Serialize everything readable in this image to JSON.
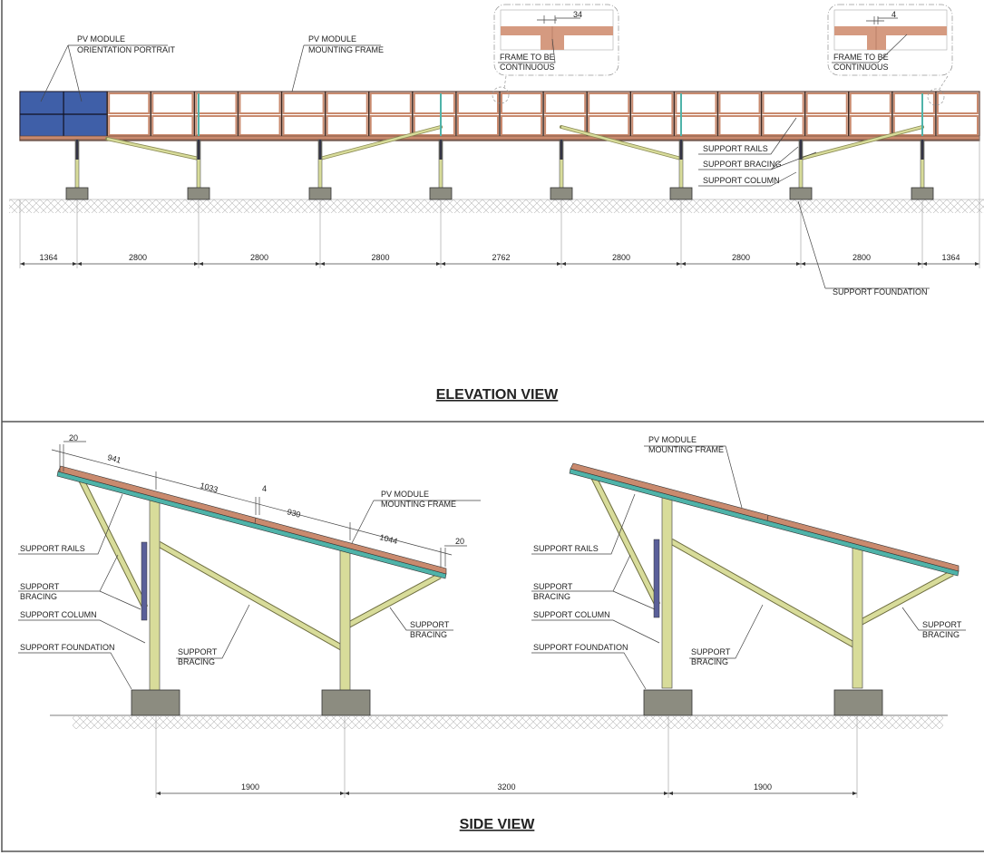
{
  "elevation": {
    "title": "ELEVATION VIEW",
    "labels": {
      "pv_module_1": "PV MODULE",
      "pv_module_2": "ORIENTATION PORTRAIT",
      "frame_1": "PV MODULE",
      "frame_2": "MOUNTING FRAME",
      "rails": "SUPPORT RAILS",
      "bracing": "SUPPORT BRACING",
      "column": "SUPPORT COLUMN",
      "foundation": "SUPPORT FOUNDATION"
    },
    "callouts": [
      {
        "dim": "34",
        "note_1": "FRAME TO BE",
        "note_2": "CONTINUOUS"
      },
      {
        "dim": "4",
        "note_1": "FRAME TO BE",
        "note_2": "CONTINUOUS"
      }
    ],
    "dimensions": [
      "1364",
      "2800",
      "2800",
      "2800",
      "2762",
      "2800",
      "2800",
      "2800",
      "1364"
    ]
  },
  "side": {
    "title": "SIDE VIEW",
    "dims_frame": [
      "20",
      "941",
      "1033",
      "4",
      "930",
      "1044",
      "20"
    ],
    "labels": {
      "rails": "SUPPORT RAILS",
      "bracing_1": "SUPPORT",
      "bracing_2": "BRACING",
      "column": "SUPPORT COLUMN",
      "foundation": "SUPPORT FOUNDATION",
      "frame_1": "PV MODULE",
      "frame_2": "MOUNTING FRAME"
    },
    "dimensions": [
      "1900",
      "3200",
      "1900"
    ]
  },
  "colors": {
    "module": "#3f5fa8",
    "frame": "#c98a6e",
    "rail": "#4fb3a9",
    "steel": "#d8dc9a",
    "concrete": "#8c8c80"
  }
}
